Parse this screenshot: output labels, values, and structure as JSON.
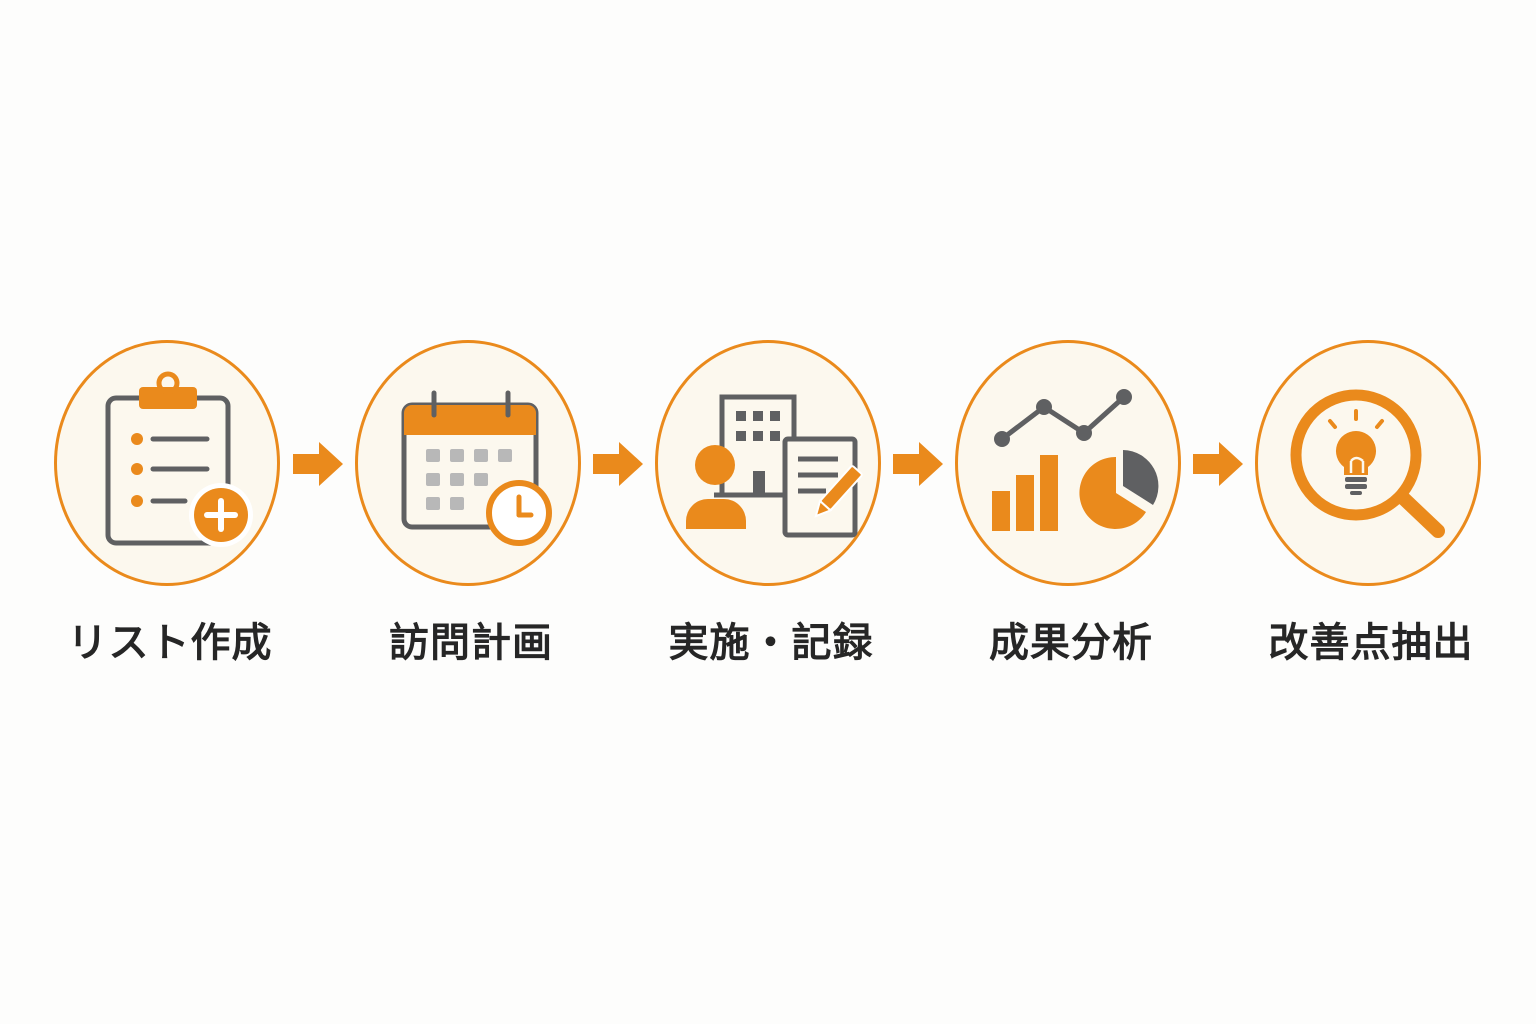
{
  "colors": {
    "accent": "#ea8a1c",
    "gray": "#5f6062",
    "circle_fill": "#fcf8ee",
    "text": "#262626"
  },
  "steps": [
    {
      "label": "リスト作成",
      "icon": "clipboard-add-icon"
    },
    {
      "label": "訪問計画",
      "icon": "calendar-clock-icon"
    },
    {
      "label": "実施・記録",
      "icon": "visit-record-icon"
    },
    {
      "label": "成果分析",
      "icon": "analytics-chart-icon"
    },
    {
      "label": "改善点抽出",
      "icon": "lightbulb-magnifier-icon"
    }
  ]
}
